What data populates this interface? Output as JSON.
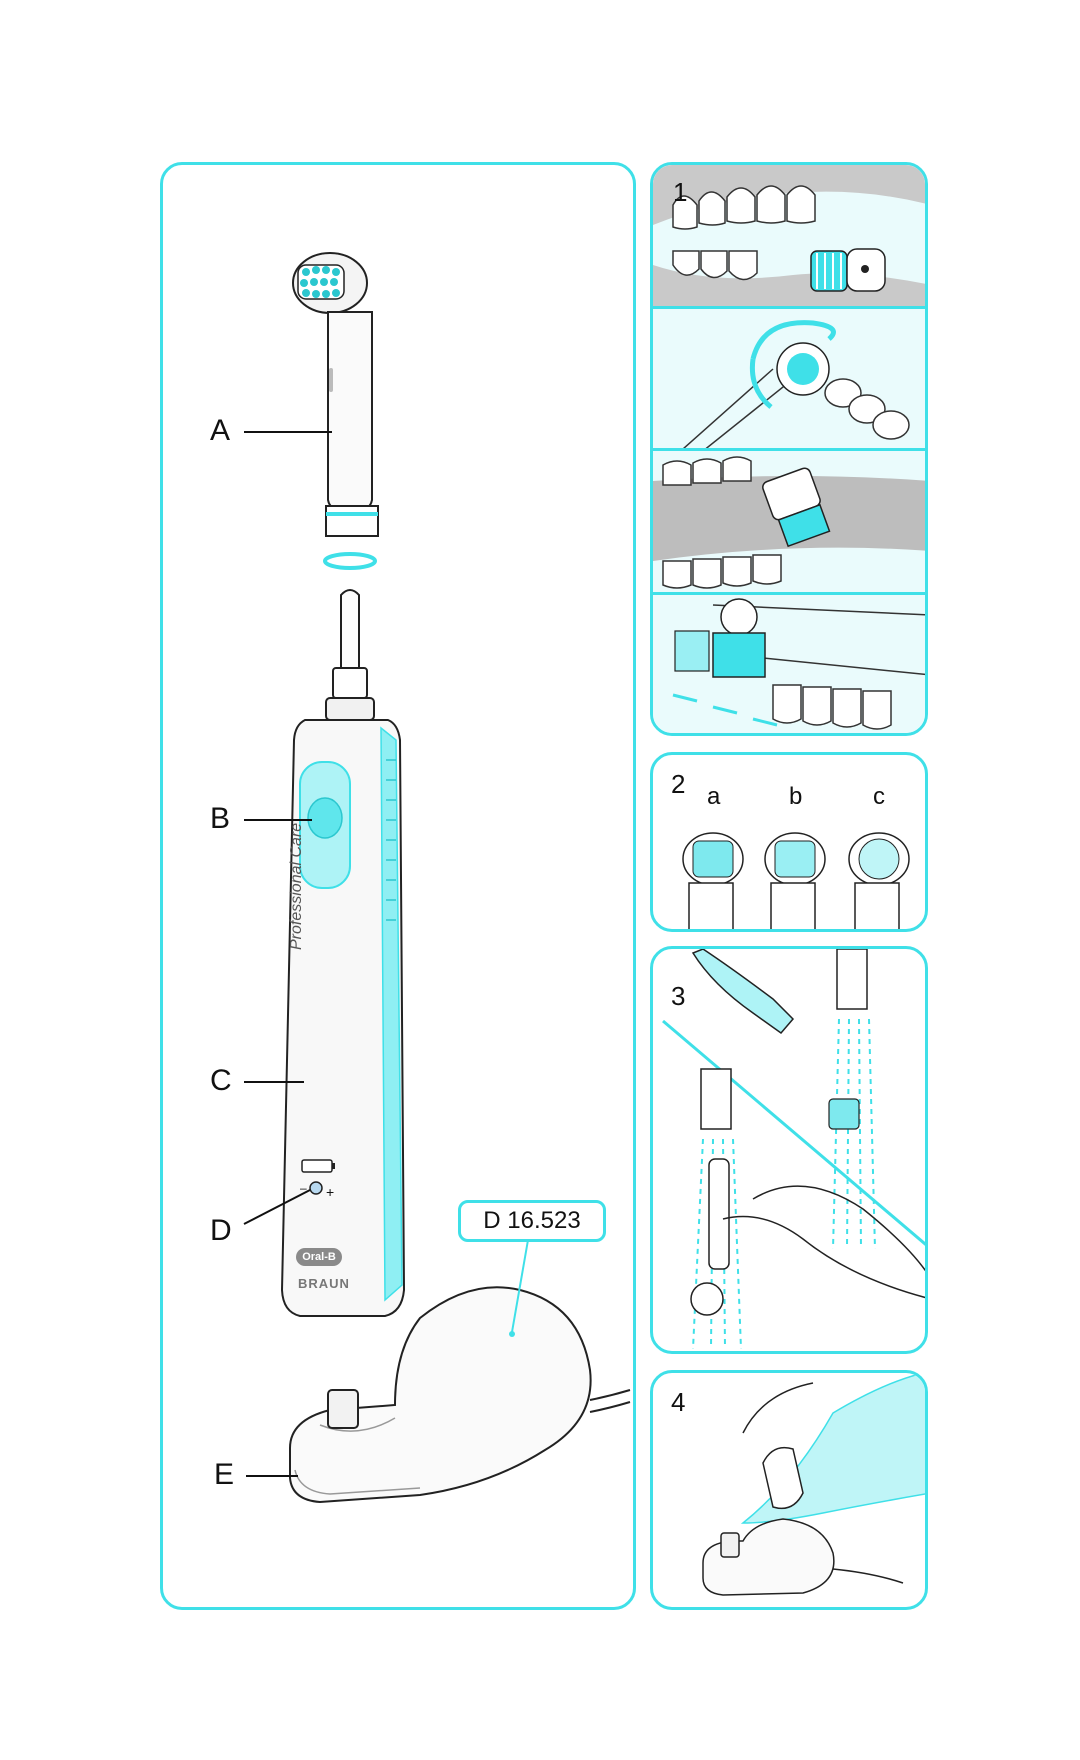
{
  "main_panel": {
    "labels": {
      "a": "A",
      "b": "B",
      "c": "C",
      "d": "D",
      "e": "E"
    },
    "model_number": "D 16.523",
    "handle_text": "Professional Care",
    "badge_text": "Oral-B",
    "brand_text": "BRAUN",
    "battery_minus": "–",
    "battery_plus": "+"
  },
  "steps": {
    "step1": "1",
    "step2": "2",
    "step2_options": [
      "a",
      "b",
      "c"
    ],
    "step3": "3",
    "step4": "4"
  },
  "colors": {
    "accent": "#3fe0e8",
    "accent_fill": "#eafbfc"
  }
}
